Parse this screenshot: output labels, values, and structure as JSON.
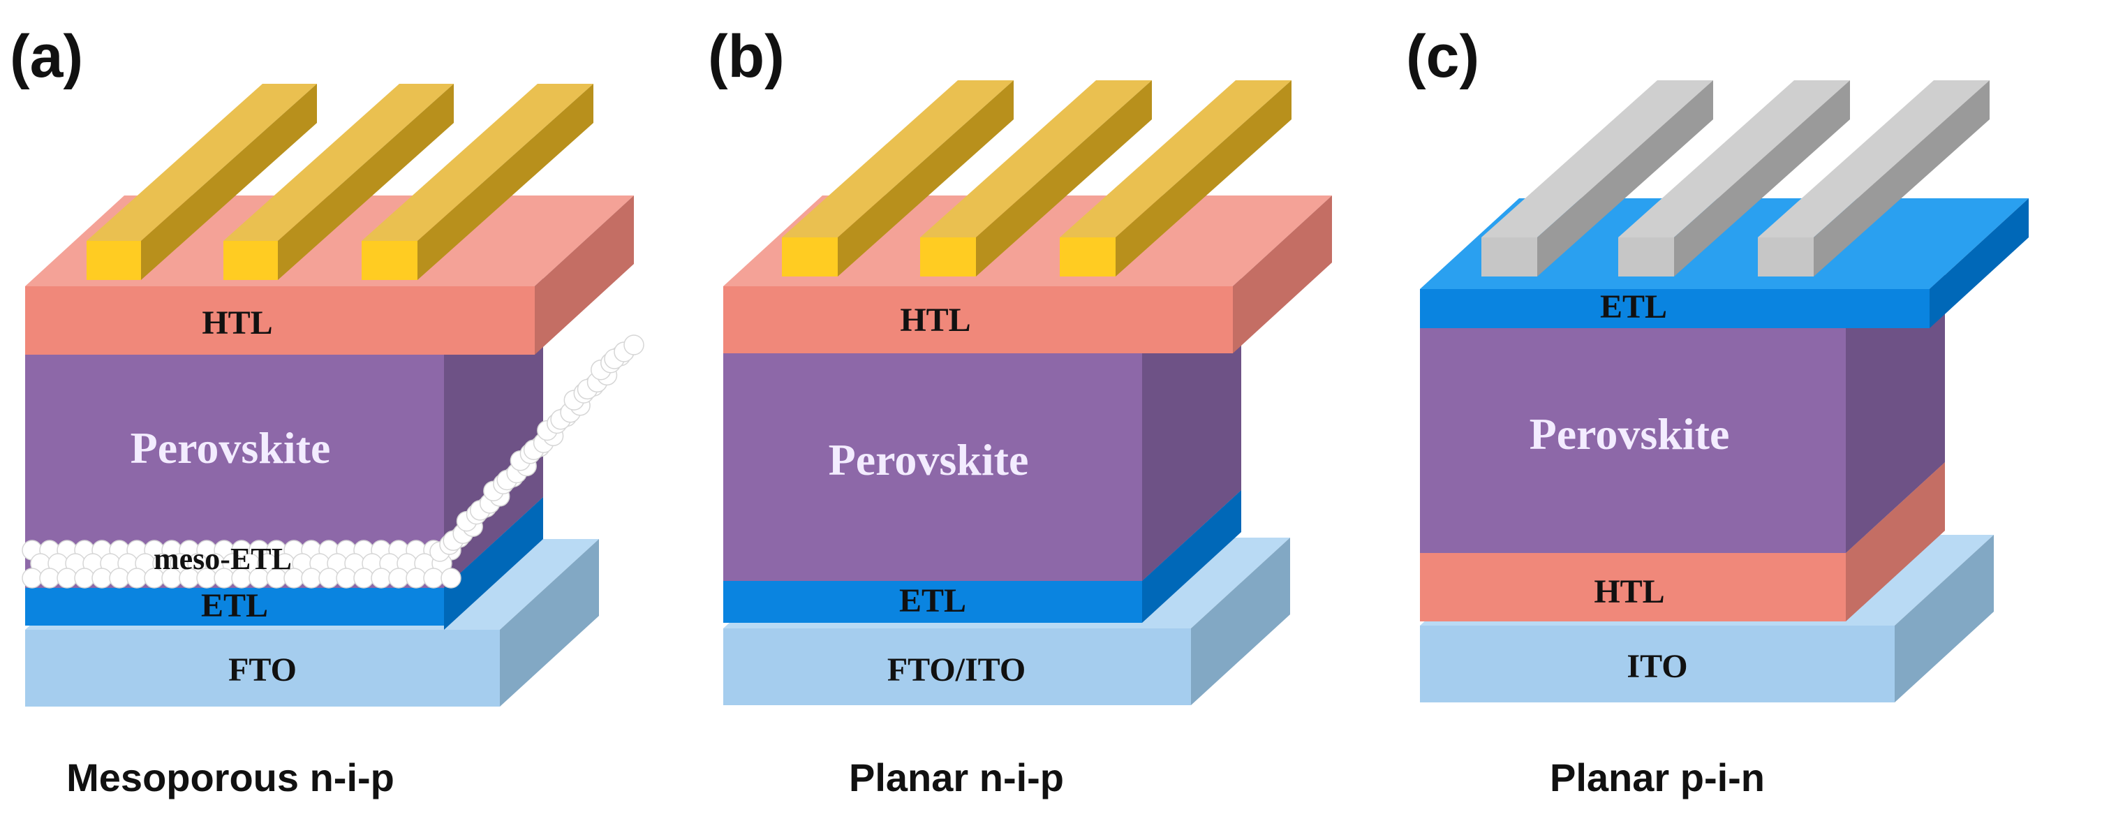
{
  "colors": {
    "glass_front": "#a5cdee",
    "glass_top": "#b9daf4",
    "glass_side": "#82a8c4",
    "etl_front": "#0a84e0",
    "etl_top": "#2aa0f0",
    "etl_side": "#0068b8",
    "pero_front": "#8d68a8",
    "pero_top": "#a88fc5",
    "pero_side": "#6e5286",
    "htl_front": "#f0887a",
    "htl_top": "#f4a297",
    "htl_side": "#c46e64",
    "au_front": "#ffcc22",
    "au_top": "#eac050",
    "au_side": "#b8901c",
    "ag_front": "#c6c6c6",
    "ag_top": "#cfcfcf",
    "ag_side": "#9a9a9a",
    "meso_particle": "#ffffff"
  },
  "panels": [
    {
      "letter": "(a)",
      "caption": "Mesoporous n-i-p",
      "substrate_label": "FTO",
      "etl_label": "ETL",
      "meso_label": "meso-ETL",
      "absorber_label": "Perovskite",
      "top_label": "HTL",
      "electrode_icon": "gold-electrode-icon"
    },
    {
      "letter": "(b)",
      "caption": "Planar n-i-p",
      "substrate_label": "FTO/ITO",
      "etl_label": "ETL",
      "absorber_label": "Perovskite",
      "top_label": "HTL",
      "electrode_icon": "gold-electrode-icon"
    },
    {
      "letter": "(c)",
      "caption": "Planar p-i-n",
      "substrate_label": "ITO",
      "htl_label": "HTL",
      "absorber_label": "Perovskite",
      "top_label": "ETL",
      "electrode_icon": "silver-electrode-icon"
    }
  ]
}
